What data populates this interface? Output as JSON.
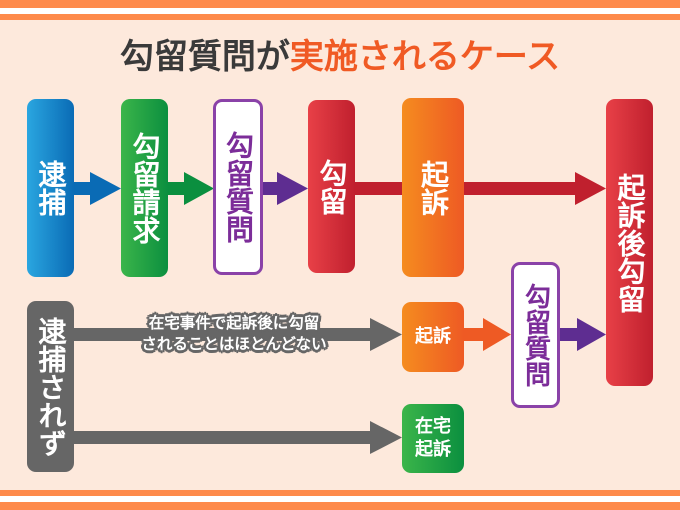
{
  "title": {
    "part1": "勾留質問が",
    "part2": "実施されるケース"
  },
  "colors": {
    "stripe": "#fe8a4b",
    "background": "#fde9dc",
    "title_dark": "#3a3a3a",
    "title_accent": "#f05a24",
    "blue": "#0a6bb5",
    "green": "#0b8f3f",
    "purple": "#7c2d99",
    "red": "#c0202e",
    "orange": "#ee5a24",
    "gray": "#666666"
  },
  "top_flow": {
    "arrest": "逮捕",
    "detention_request": "勾留請求",
    "detention_hearing": "勾留質問",
    "detention": "勾留",
    "indictment": "起訴",
    "post_indictment_detention": "起訴後勾留"
  },
  "bottom_flow": {
    "not_arrested": "逮捕されず",
    "note_line1": "在宅事件で起訴後に勾留",
    "note_line2": "されることはほとんどない",
    "indictment": "起訴",
    "detention_hearing": "勾留質問",
    "home_indictment_line1": "在宅",
    "home_indictment_line2": "起訴"
  }
}
